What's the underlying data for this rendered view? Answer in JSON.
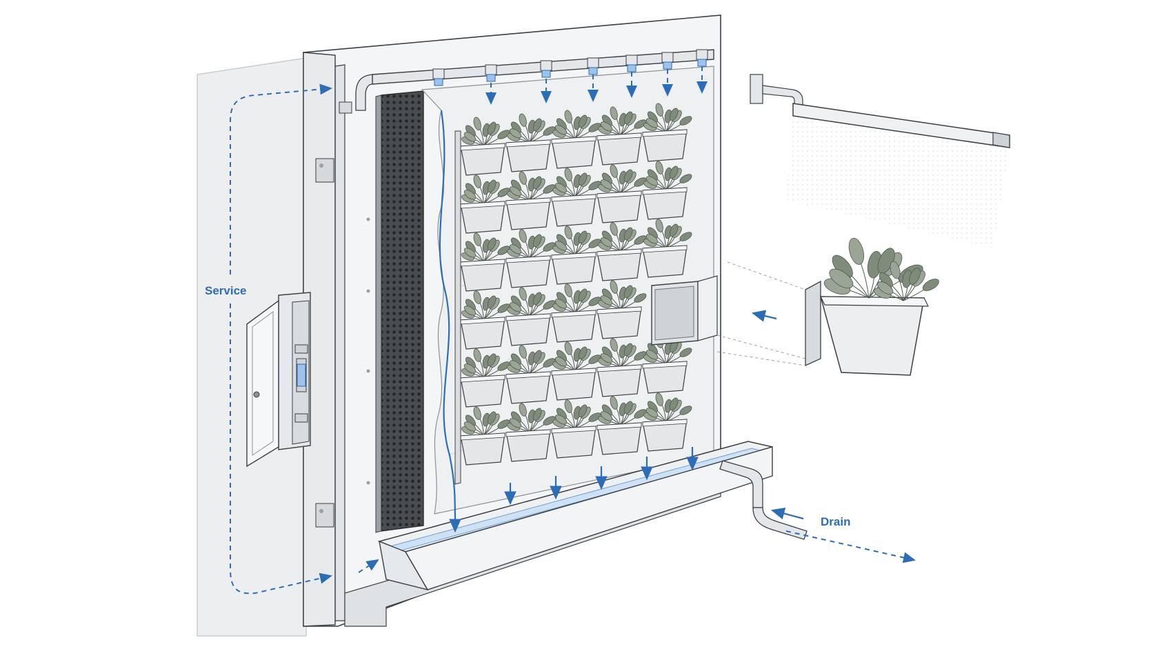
{
  "labels": {
    "service": "Service",
    "drain": "Drain"
  },
  "colors": {
    "flow": "#2d6db5",
    "water": "#cfe1f5",
    "ink": "#3a3f44",
    "panel": "#f4f5f6",
    "wall": "#eceef0",
    "foliage": "#7f8c7c",
    "foliage_dark": "#4f5a4e",
    "pocket": "#e4e6e7"
  },
  "components": {
    "wall": "wall-surface",
    "frame": "mounting-frame",
    "irrigation": "drip-irrigation-pipe",
    "drainage_layer": "drainage-mat",
    "felt_layer": "felt-layer",
    "planters": "planter-module-grid",
    "removable_module": "removable-planter-module",
    "service_box": "service-valve-box",
    "trough": "collection-trough",
    "drain_pipe": "drain-pipe",
    "grow_light": "grow-light-bar"
  },
  "planter_grid": {
    "rows": 6,
    "cols": 5,
    "removed": {
      "row": 3,
      "col": 4
    }
  }
}
